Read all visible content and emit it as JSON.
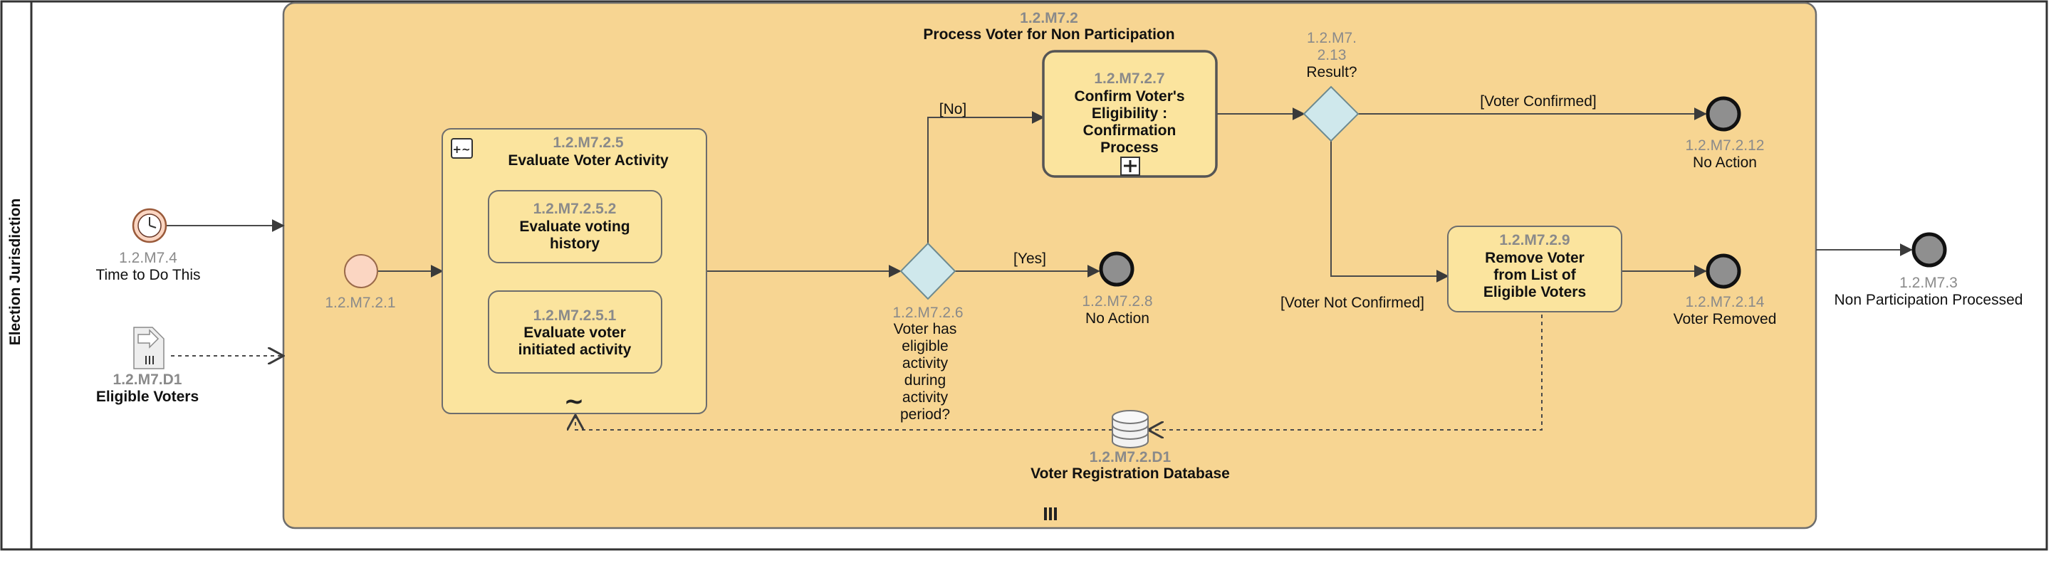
{
  "pool": {
    "lane_label": "Election Jurisdiction"
  },
  "subprocess": {
    "id": "1.2.M7.2",
    "name": "Process Voter for Non Participation"
  },
  "start_event": {
    "id": "1.2.M7.2.1"
  },
  "timer_event": {
    "id": "1.2.M7.4",
    "name": "Time to Do This"
  },
  "data_object": {
    "id": "1.2.M7.D1",
    "name": "Eligible Voters"
  },
  "adhoc_subprocess": {
    "id": "1.2.M7.2.5",
    "name": "Evaluate Voter Activity",
    "tasks": [
      {
        "id": "1.2.M7.2.5.2",
        "line1": "Evaluate voting",
        "line2": "history"
      },
      {
        "id": "1.2.M7.2.5.1",
        "line1": "Evaluate voter",
        "line2": "initiated activity"
      }
    ]
  },
  "gateway_eligible": {
    "id": "1.2.M7.2.6",
    "lines": [
      "Voter has",
      "eligible",
      "activity",
      "during",
      "activity",
      "period?"
    ]
  },
  "end_no_action_1": {
    "id": "1.2.M7.2.8",
    "name": "No Action"
  },
  "confirm_task": {
    "id": "1.2.M7.2.7",
    "lines": [
      "Confirm Voter's",
      "Eligibility :",
      "Confirmation",
      "Process"
    ]
  },
  "gateway_result": {
    "id_line1": "1.2.M7.",
    "id_line2": "2.13",
    "name": "Result?"
  },
  "end_no_action_2": {
    "id": "1.2.M7.2.12",
    "name": "No Action"
  },
  "remove_task": {
    "id": "1.2.M7.2.9",
    "lines": [
      "Remove Voter",
      "from List of",
      "Eligible Voters"
    ]
  },
  "end_voter_removed": {
    "id": "1.2.M7.2.14",
    "name": "Voter Removed"
  },
  "datastore": {
    "id": "1.2.M7.2.D1",
    "name": "Voter Registration Database"
  },
  "end_outer": {
    "id": "1.2.M7.3",
    "name": "Non Participation Processed"
  },
  "conditions": {
    "no": "[No]",
    "yes": "[Yes]",
    "voter_confirmed": "[Voter Confirmed]",
    "voter_not_confirmed": "[Voter Not Confirmed]"
  },
  "colors": {
    "subprocess_fill": "#f7d592",
    "task_fill": "#fbe49e",
    "start_fill": "#fbd6c2",
    "end_fill": "#8f8f8f",
    "gateway_fill": "#cfe8ec",
    "border": "#5a5a5a"
  }
}
